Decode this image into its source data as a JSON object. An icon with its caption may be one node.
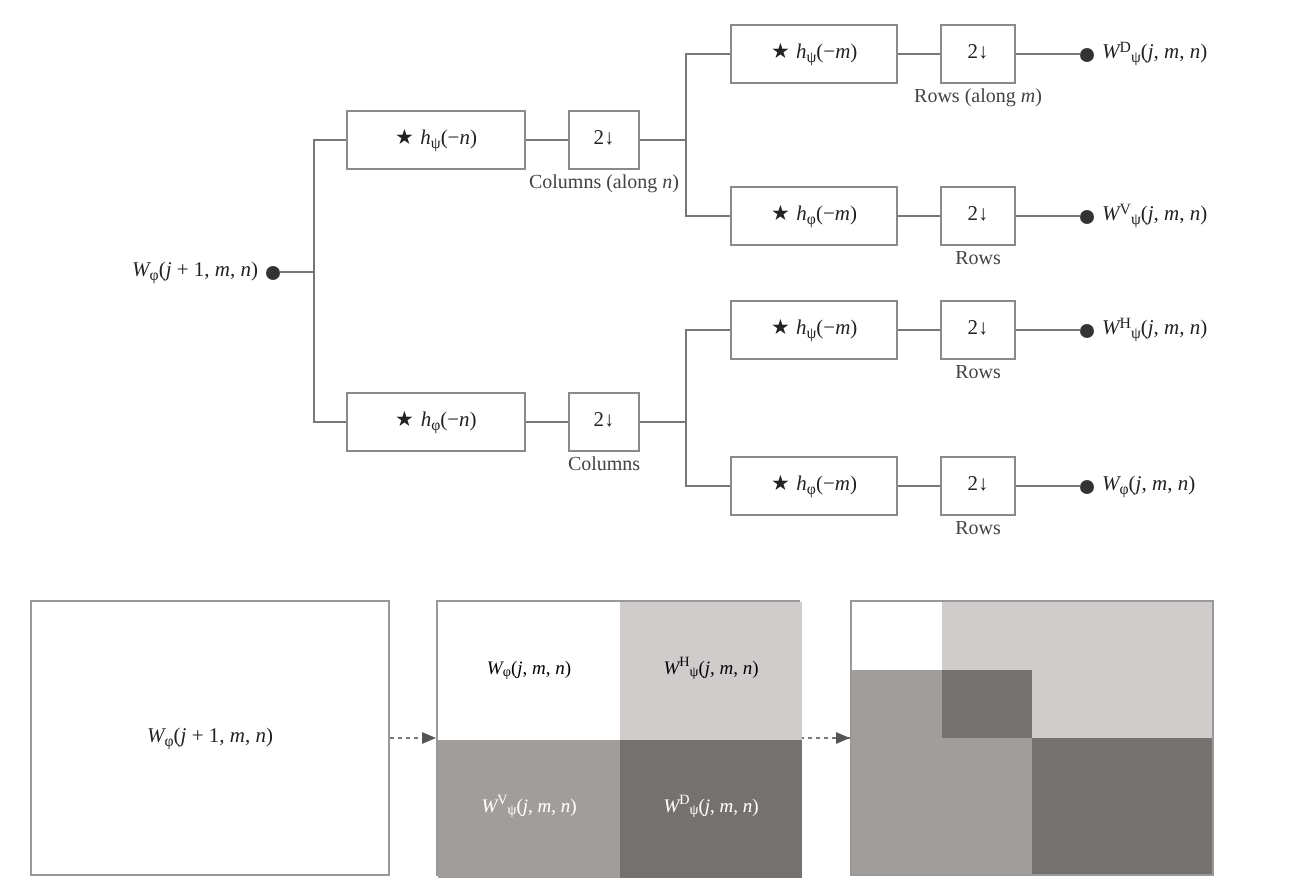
{
  "diagram": {
    "nodes": [
      {
        "text": [
          "*W*$_{φ}$(*j* + 1, *m*, *n*)"
        ]
      },
      {
        "text": [
          "★ *h*$_{ψ}$(−*n*)"
        ]
      },
      {
        "text": [
          "2↓"
        ],
        "beside": [
          "Columns (along *n*)"
        ]
      },
      {
        "text": [
          "★ *h*$_{φ}$(−*n*)"
        ]
      },
      {
        "text": [
          "2↓"
        ],
        "beside": [
          "Columns"
        ]
      },
      {
        "text": [
          "★ *h*$_{ψ}$(−*m*)"
        ]
      },
      {
        "text": [
          "2↓"
        ],
        "beside": [
          "Rows (along *m*)"
        ]
      },
      {
        "text": [
          "*W*$^{D}$$_{ψ}$(*j*, *m*, *n*)"
        ]
      },
      {
        "text": [
          "★ *h*$_{φ}$(−*m*)"
        ]
      },
      {
        "text": [
          "2↓"
        ],
        "beside": [
          "Rows"
        ]
      },
      {
        "text": [
          "*W*$^{V}$$_{ψ}$(*j*, *m*, *n*)"
        ]
      },
      {
        "text": [
          "★ *h*$_{ψ}$(−*m*)"
        ]
      },
      {
        "text": [
          "2↓"
        ],
        "beside": [
          "Rows"
        ]
      },
      {
        "text": [
          "*W*$^{H}$$_{ψ}$(*j*, *m*, *n*)"
        ]
      },
      {
        "text": [
          "★ *h*$_{φ}$(−*m*)"
        ]
      },
      {
        "text": [
          "2↓"
        ],
        "beside": [
          "Rows"
        ]
      },
      {
        "text": [
          "*W*$_{φ}$(*j*, *m*, *n*)"
        ]
      },
      {
        "text": [
          "*W*$_{φ}$(*j* + 1, *m*, *n*)"
        ]
      },
      {
        "text": [],
        "shape": "box"
      },
      {
        "text": [
          "*W*$_{φ}$(*j*, *m*, *n*)"
        ],
        "in": 18
      },
      {
        "text": [
          "*W*$^{H}$$_{ψ}$(*j*, *m*, *n*)"
        ],
        "in": 18
      },
      {
        "text": [
          "*W*$^{V}$$_{ψ}$(*j*, *m*, *n*)"
        ],
        "in": 18
      },
      {
        "text": [
          "*W*$^{D}$$_{ψ}$(*j*, *m*, *n*)"
        ],
        "in": 18
      },
      {
        "text": [],
        "shape": "box"
      }
    ],
    "edges": [
      {
        "from": 0,
        "to": 1,
        "arrow": "none"
      },
      {
        "from": 0,
        "to": 3,
        "arrow": "none"
      },
      {
        "from": 1,
        "to": 2,
        "arrow": "none"
      },
      {
        "from": 2,
        "to": 5,
        "arrow": "none"
      },
      {
        "from": 2,
        "to": 8,
        "arrow": "none"
      },
      {
        "from": 3,
        "to": 4,
        "arrow": "none"
      },
      {
        "from": 4,
        "to": 11,
        "arrow": "none"
      },
      {
        "from": 4,
        "to": 14,
        "arrow": "none"
      },
      {
        "from": 5,
        "to": 6,
        "arrow": "none"
      },
      {
        "from": 6,
        "to": 7,
        "arrow": "none"
      },
      {
        "from": 8,
        "to": 9,
        "arrow": "none"
      },
      {
        "from": 9,
        "to": 10,
        "arrow": "none"
      },
      {
        "from": 11,
        "to": 12,
        "arrow": "none"
      },
      {
        "from": 12,
        "to": 13,
        "arrow": "none"
      },
      {
        "from": 14,
        "to": 15,
        "arrow": "none"
      },
      {
        "from": 15,
        "to": 16,
        "arrow": "none"
      },
      {
        "from": 17,
        "to": 18,
        "arrow": "to",
        "style": "dashed"
      },
      {
        "from": 18,
        "to": 23,
        "arrow": "to",
        "style": "dashed"
      }
    ]
  }
}
